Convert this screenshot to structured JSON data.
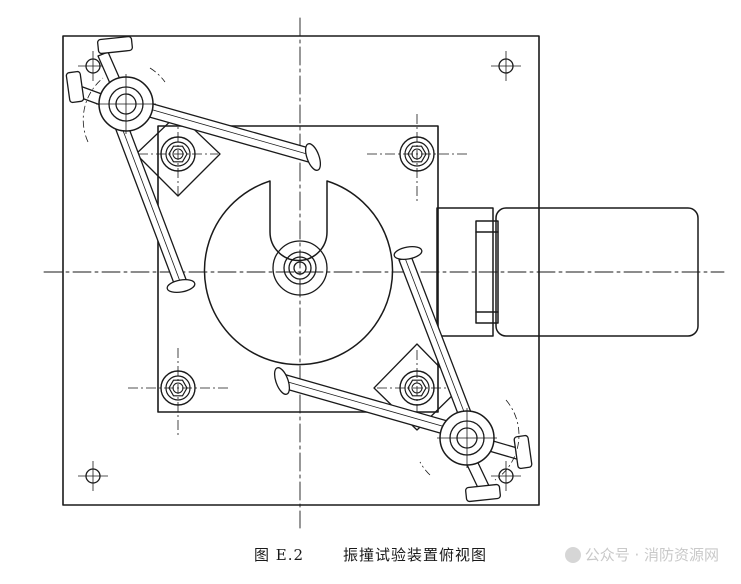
{
  "caption": {
    "figure_number": "图 E.2",
    "figure_title": "振撞试验装置俯视图"
  },
  "watermark": {
    "text": "公众号 · 消防资源网",
    "icon": "wechat-icon"
  },
  "colors": {
    "line": "#1a1a1a",
    "watermark": "#c9c9c9"
  }
}
